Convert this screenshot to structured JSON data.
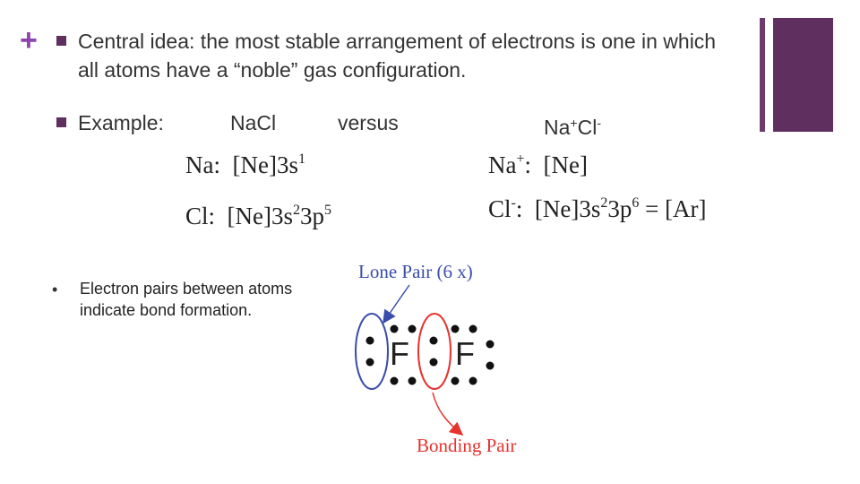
{
  "colors": {
    "accent": "#8e44ad",
    "bar": "#5e2f5f",
    "bar_thin": "#6e3a6e",
    "lone_oval": "#3b4dab",
    "bond_oval": "#e8322d"
  },
  "plus_glyph": "+",
  "bullets": {
    "central_idea": "Central idea:  the most stable arrangement of electrons is one in which all atoms have a “noble” gas configuration.",
    "example_label": "Example:",
    "example_left": "NaCl",
    "example_mid": "versus",
    "example_right_base": "Na",
    "example_right_sup1": "+",
    "example_right_cl": "Cl",
    "example_right_sup2": "-"
  },
  "configs": {
    "na": {
      "label": "Na:",
      "base": "[Ne]3s",
      "sup": "1"
    },
    "cl": {
      "label": "Cl:",
      "base": "[Ne]3s",
      "sup1": "2",
      "mid": "3p",
      "sup2": "5"
    },
    "na_ion": {
      "label": "Na",
      "label_sup": "+",
      "colon": ":",
      "value": "[Ne]"
    },
    "cl_ion": {
      "label": "Cl",
      "label_sup": "-",
      "colon": ":",
      "base": "[Ne]3s",
      "sup1": "2",
      "mid": "3p",
      "sup2": "6",
      "tail": " = [Ar]"
    }
  },
  "note": {
    "bullet": "•",
    "text": "Electron pairs between atoms indicate bond formation."
  },
  "diagram": {
    "lone_pair_label": "Lone Pair (6 x)",
    "bonding_pair_label": "Bonding Pair",
    "atom1": "F",
    "atom2": "F"
  }
}
